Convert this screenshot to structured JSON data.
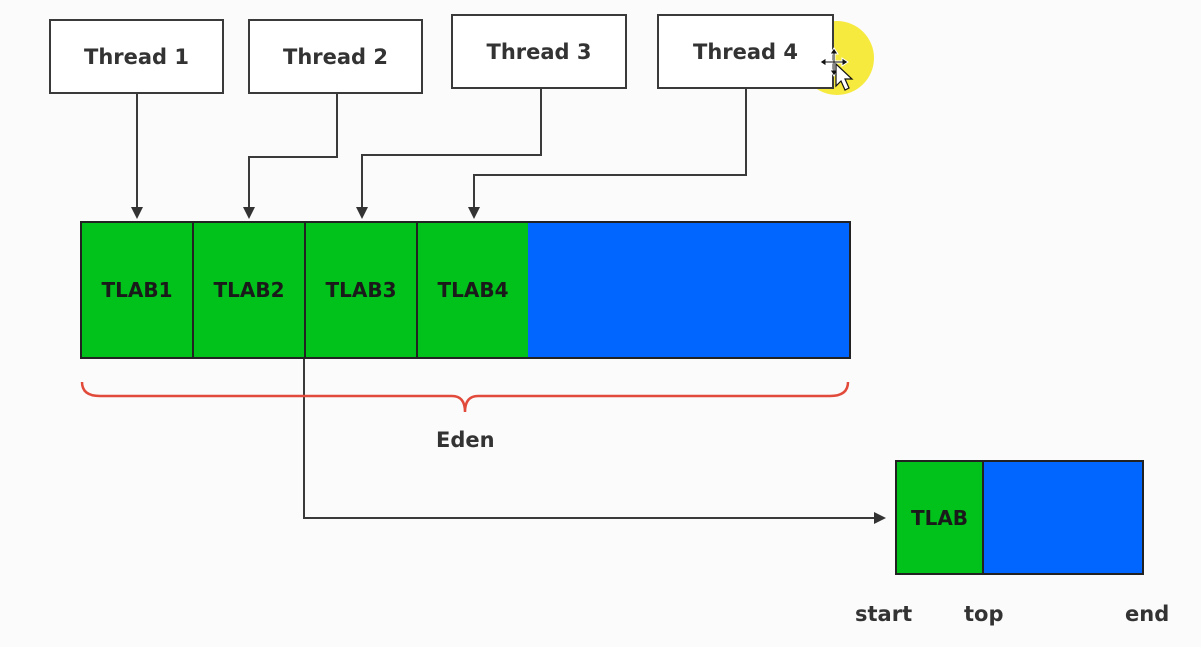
{
  "threads": [
    "Thread 1",
    "Thread 2",
    "Thread 3",
    "Thread 4"
  ],
  "eden": {
    "tlabs": [
      "TLAB1",
      "TLAB2",
      "TLAB3",
      "TLAB4"
    ],
    "label": "Eden"
  },
  "detail": {
    "tlab": "TLAB",
    "pointers": {
      "start": "start",
      "top": "top",
      "end": "end"
    }
  },
  "colors": {
    "tlab_fill": "#00c21a",
    "free_fill": "#0066ff",
    "brace": "#e24b3b",
    "cursor_highlight": "#f5e82a"
  },
  "icons": [
    "move-cursor-icon"
  ]
}
